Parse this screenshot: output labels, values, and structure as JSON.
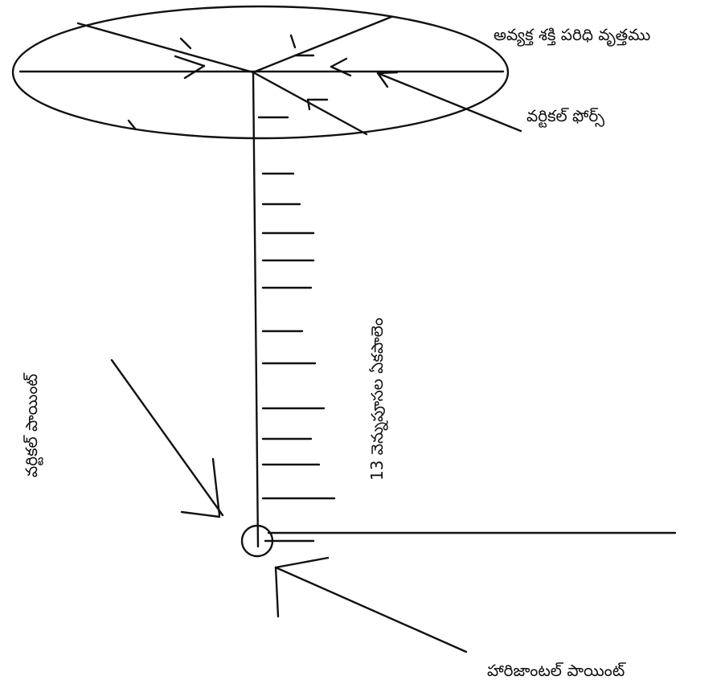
{
  "labels": {
    "circumference": "అవ్యక్త శక్తి పరిధి వృత్తము",
    "vertical_force": "వర్టికల్ ఫోర్స్",
    "vertical_point": "వర్టికల్ పాయింట్",
    "spine": "13 వెన్నుపూసల ఏకపాలెం",
    "horizontal_point": "హారిజాంటల్ పాయింట్"
  }
}
